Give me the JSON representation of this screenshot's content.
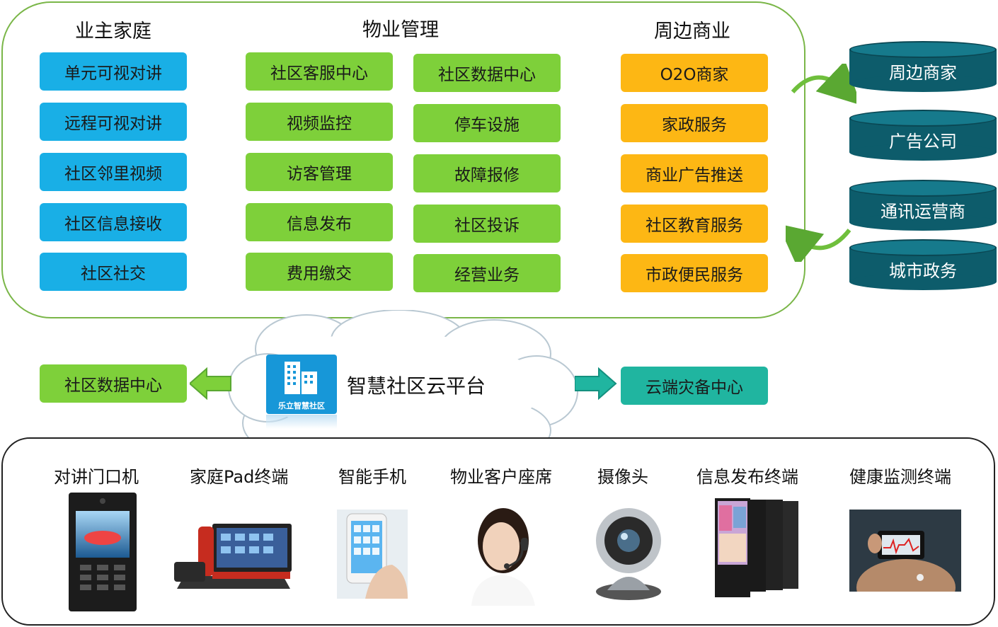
{
  "owner_home": {
    "title": "业主家庭",
    "items": [
      "单元可视对讲",
      "远程可视对讲",
      "社区邻里视频",
      "社区信息接收",
      "社区社交"
    ]
  },
  "property_mgmt": {
    "title": "物业管理",
    "left_items": [
      "社区客服中心",
      "视频监控",
      "访客管理",
      "信息发布",
      "费用缴交"
    ],
    "right_items": [
      "社区数据中心",
      "停车设施",
      "故障报修",
      "社区投诉",
      "经营业务"
    ]
  },
  "nearby_business": {
    "title": "周边商业",
    "items": [
      "O2O商家",
      "家政服务",
      "商业广告推送",
      "社区教育服务",
      "市政便民服务"
    ]
  },
  "partners": [
    "周边商家",
    "广告公司",
    "通讯运营商",
    "城市政务"
  ],
  "cloud": {
    "title": "智慧社区云平台",
    "logo_text": "乐立智慧社区",
    "left_target": "社区数据中心",
    "right_target": "云端灾备中心"
  },
  "devices": [
    "对讲门口机",
    "家庭Pad终端",
    "智能手机",
    "物业客户座席",
    "摄像头",
    "信息发布终端",
    "健康监测终端"
  ],
  "colors": {
    "blue": "#19afe6",
    "green": "#7ed03a",
    "orange": "#fdb714",
    "teal": "#20b5a0",
    "cylinder": "#0d5c6b",
    "frame_green": "#7ab648"
  }
}
